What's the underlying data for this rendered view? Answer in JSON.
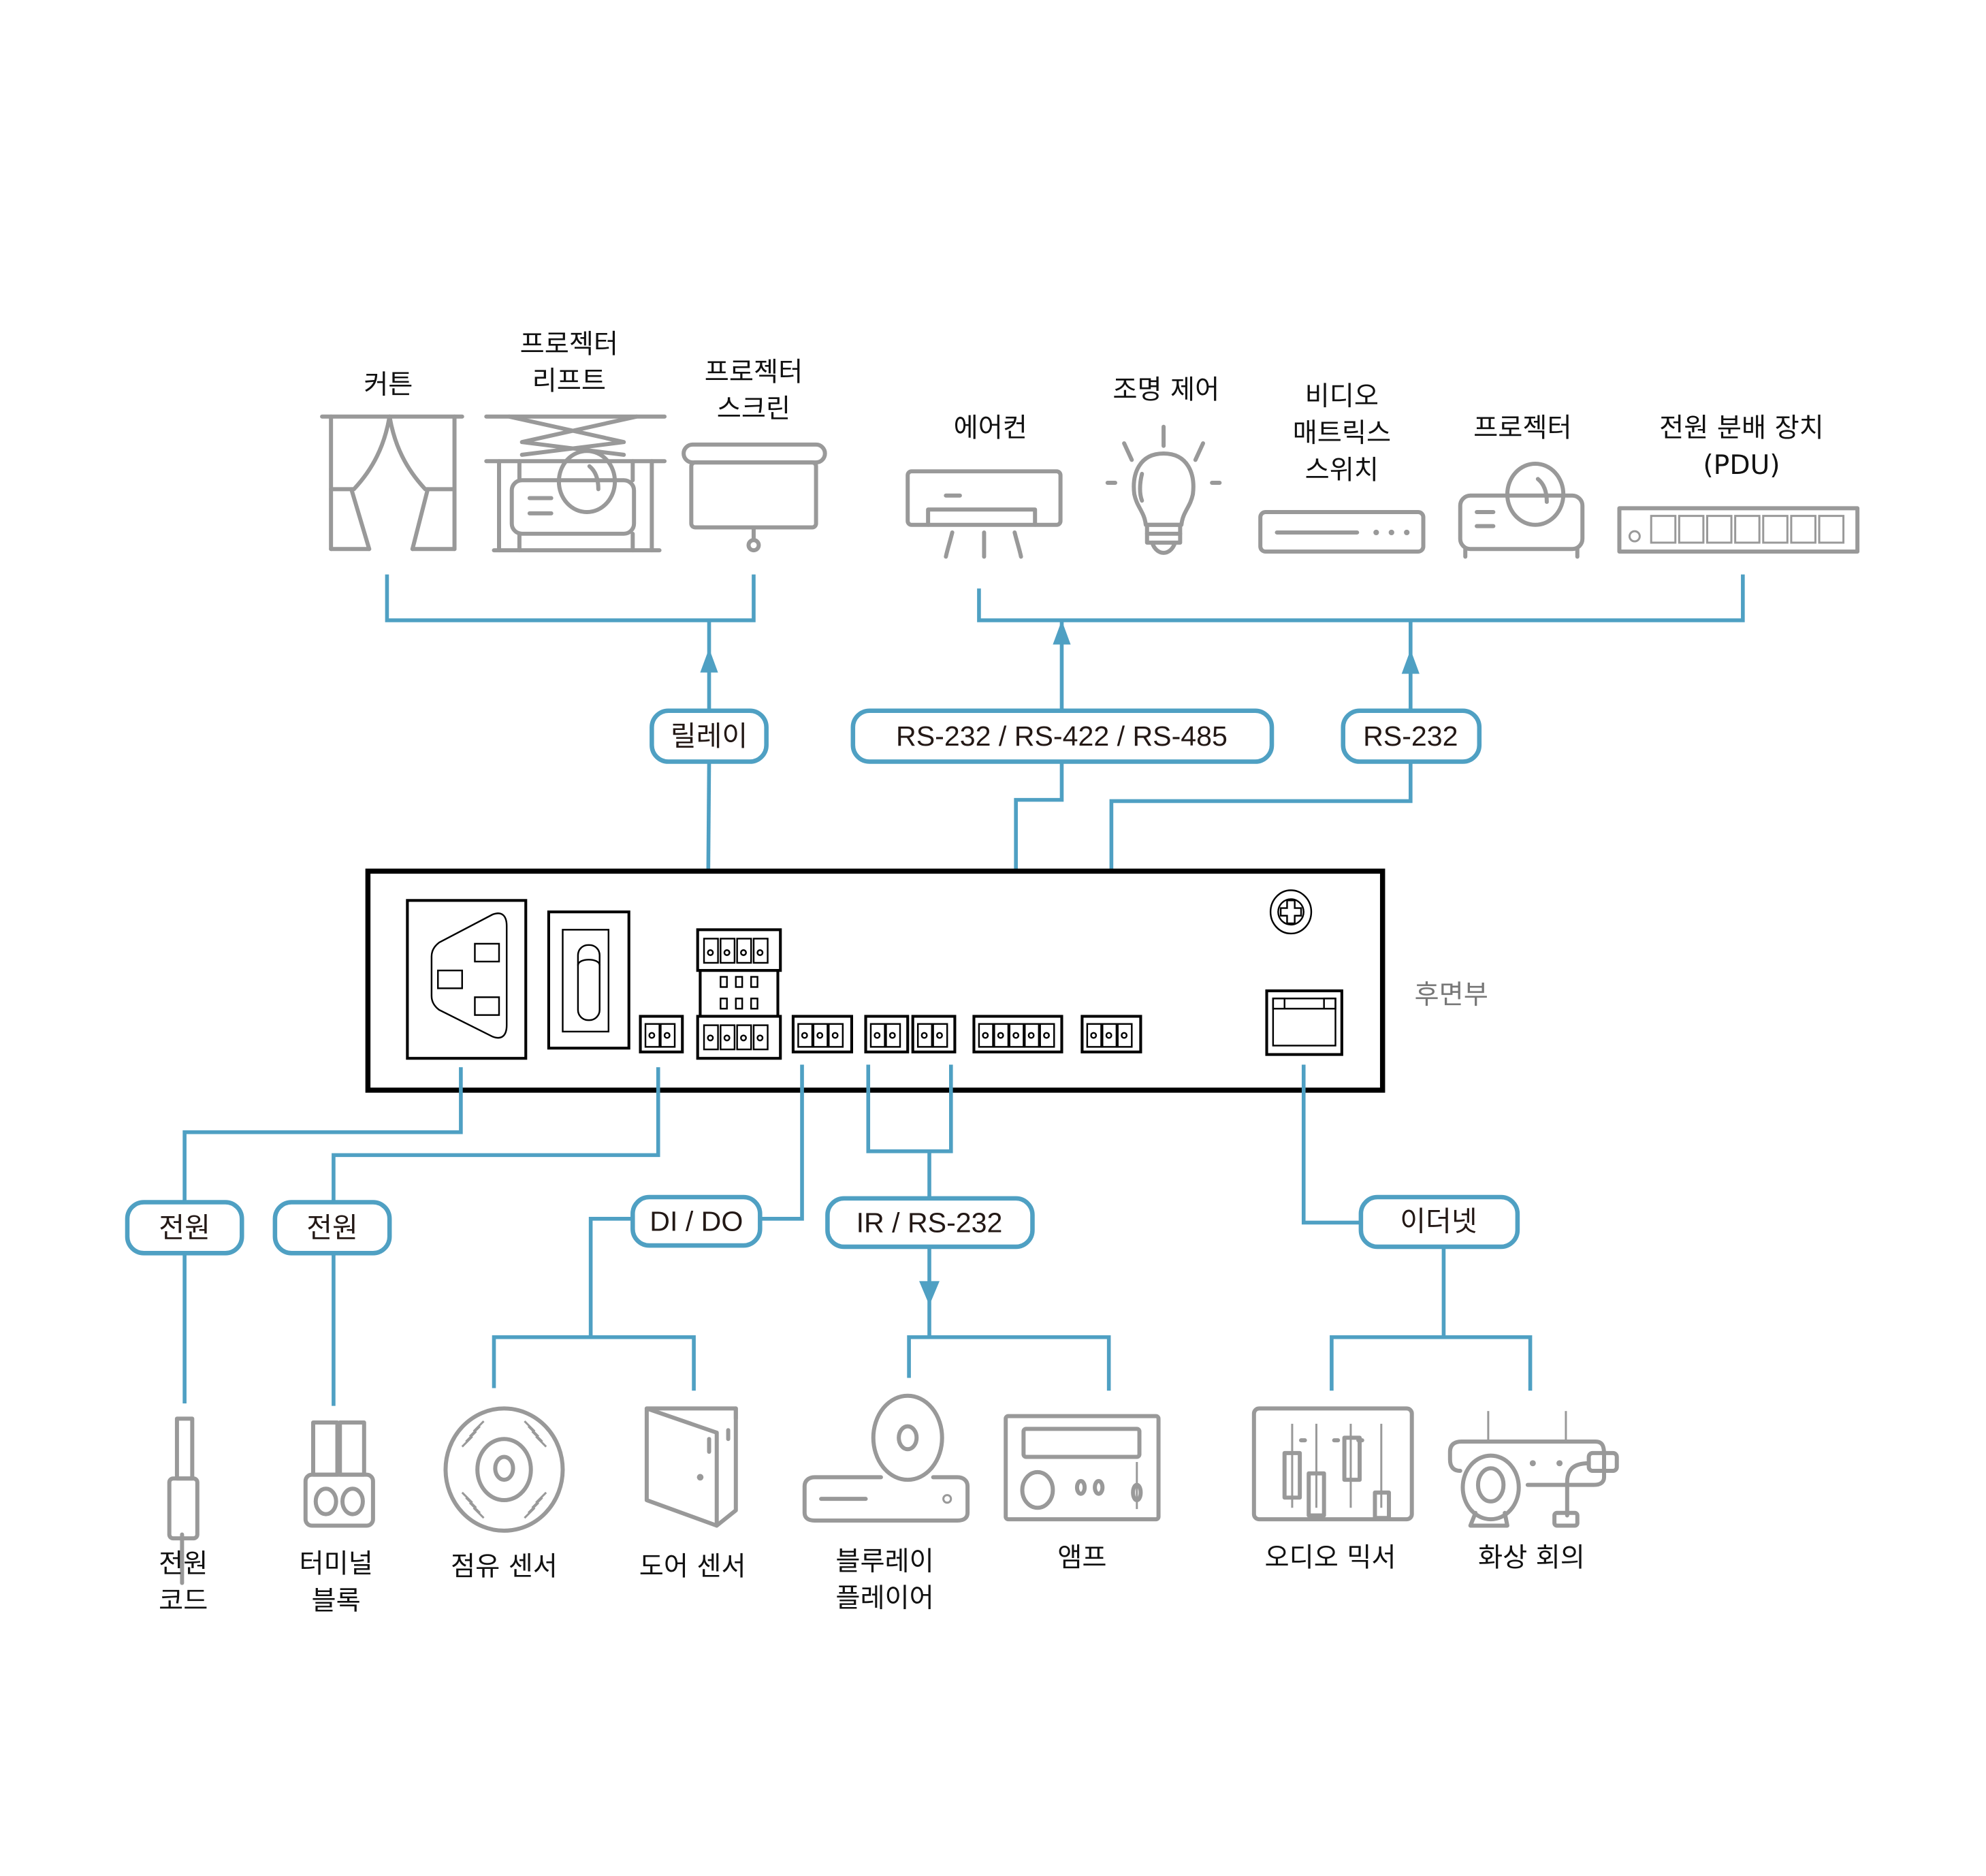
{
  "colors": {
    "wire": "#4fa0c3",
    "icon": "#999999",
    "text": "#111111",
    "device_outline": "#000000"
  },
  "top_devices": [
    {
      "id": "curtain",
      "lines": [
        "커튼"
      ],
      "icon": "curtain-icon"
    },
    {
      "id": "projector-lift",
      "lines": [
        "프로젝터",
        "리프트"
      ],
      "icon": "projector-lift-icon"
    },
    {
      "id": "projector-screen",
      "lines": [
        "프로젝터",
        "스크린"
      ],
      "icon": "projector-screen-icon"
    },
    {
      "id": "air-conditioner",
      "lines": [
        "에어컨"
      ],
      "icon": "air-conditioner-icon"
    },
    {
      "id": "lighting-control",
      "lines": [
        "조명 제어"
      ],
      "icon": "light-bulb-icon"
    },
    {
      "id": "video-matrix-switch",
      "lines": [
        "비디오",
        "매트릭스",
        "스위치"
      ],
      "icon": "matrix-switch-icon"
    },
    {
      "id": "projector",
      "lines": [
        "프로젝터"
      ],
      "icon": "projector-icon"
    },
    {
      "id": "pdu",
      "lines": [
        "전원 분배 장치",
        "(PDU)"
      ],
      "icon": "pdu-icon"
    }
  ],
  "top_connections": [
    {
      "id": "relay",
      "label": "릴레이",
      "direction": "up"
    },
    {
      "id": "serial-multi",
      "label": "RS-232 / RS-422 / RS-485",
      "direction": "up"
    },
    {
      "id": "rs232-top",
      "label": "RS-232",
      "direction": "up"
    }
  ],
  "device": {
    "side_label": "후면부",
    "ports": [
      "power-inlet",
      "power-switch",
      "power-terminal",
      "relay-terminals",
      "di-do-terminal",
      "ir-terminal-1",
      "ir-terminal-2",
      "serial-terminal",
      "rs232-terminal",
      "ground-screw",
      "ethernet-port"
    ]
  },
  "bottom_connections": [
    {
      "id": "power-1",
      "label": "전원"
    },
    {
      "id": "power-2",
      "label": "전원"
    },
    {
      "id": "di-do",
      "label": "DI / DO"
    },
    {
      "id": "ir-rs232",
      "label": "IR / RS-232",
      "direction": "down"
    },
    {
      "id": "ethernet",
      "label": "이더넷"
    }
  ],
  "bottom_devices": [
    {
      "id": "power-cord",
      "lines": [
        "전원",
        "코드"
      ],
      "icon": "power-cord-icon"
    },
    {
      "id": "terminal-block",
      "lines": [
        "터미널",
        "블록"
      ],
      "icon": "terminal-block-icon"
    },
    {
      "id": "occupancy-sensor",
      "lines": [
        "점유 센서"
      ],
      "icon": "occupancy-sensor-icon"
    },
    {
      "id": "door-sensor",
      "lines": [
        "도어 센서"
      ],
      "icon": "door-sensor-icon"
    },
    {
      "id": "bluray-player",
      "lines": [
        "블루레이",
        "플레이어"
      ],
      "icon": "bluray-player-icon"
    },
    {
      "id": "amplifier",
      "lines": [
        "앰프"
      ],
      "icon": "amplifier-icon"
    },
    {
      "id": "audio-mixer",
      "lines": [
        "오디오 믹서"
      ],
      "icon": "audio-mixer-icon"
    },
    {
      "id": "video-conference",
      "lines": [
        "화상 회의"
      ],
      "icon": "video-conference-icon"
    }
  ]
}
